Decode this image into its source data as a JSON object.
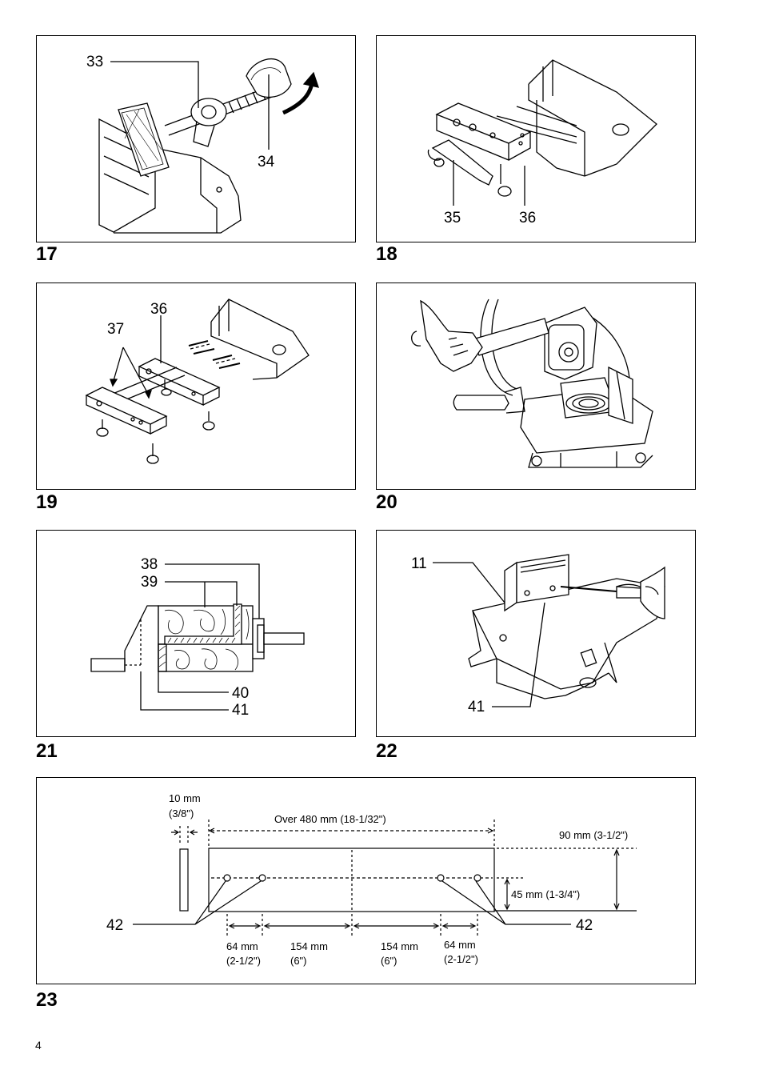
{
  "page_number": "4",
  "figures": [
    {
      "number": "17",
      "callouts": [
        "33",
        "34"
      ]
    },
    {
      "number": "18",
      "callouts": [
        "35",
        "36"
      ]
    },
    {
      "number": "19",
      "callouts": [
        "36",
        "37"
      ]
    },
    {
      "number": "20",
      "callouts": []
    },
    {
      "number": "21",
      "callouts": [
        "38",
        "39",
        "40",
        "41"
      ]
    },
    {
      "number": "22",
      "callouts": [
        "11",
        "41"
      ]
    },
    {
      "number": "23",
      "callouts": [
        "42",
        "42"
      ]
    }
  ],
  "fig23": {
    "thickness_line1": "10 mm",
    "thickness_line2": "(3/8\")",
    "length": "Over 480 mm (18-1/32\")",
    "height": "90 mm (3-1/2\")",
    "hole_height": "45 mm (1-3/4\")",
    "spacing": [
      {
        "line1": "64 mm",
        "line2": "(2-1/2\")"
      },
      {
        "line1": "154 mm",
        "line2": "(6\")"
      },
      {
        "line1": "154 mm",
        "line2": "(6\")"
      },
      {
        "line1": "64 mm",
        "line2": "(2-1/2\")"
      }
    ]
  }
}
